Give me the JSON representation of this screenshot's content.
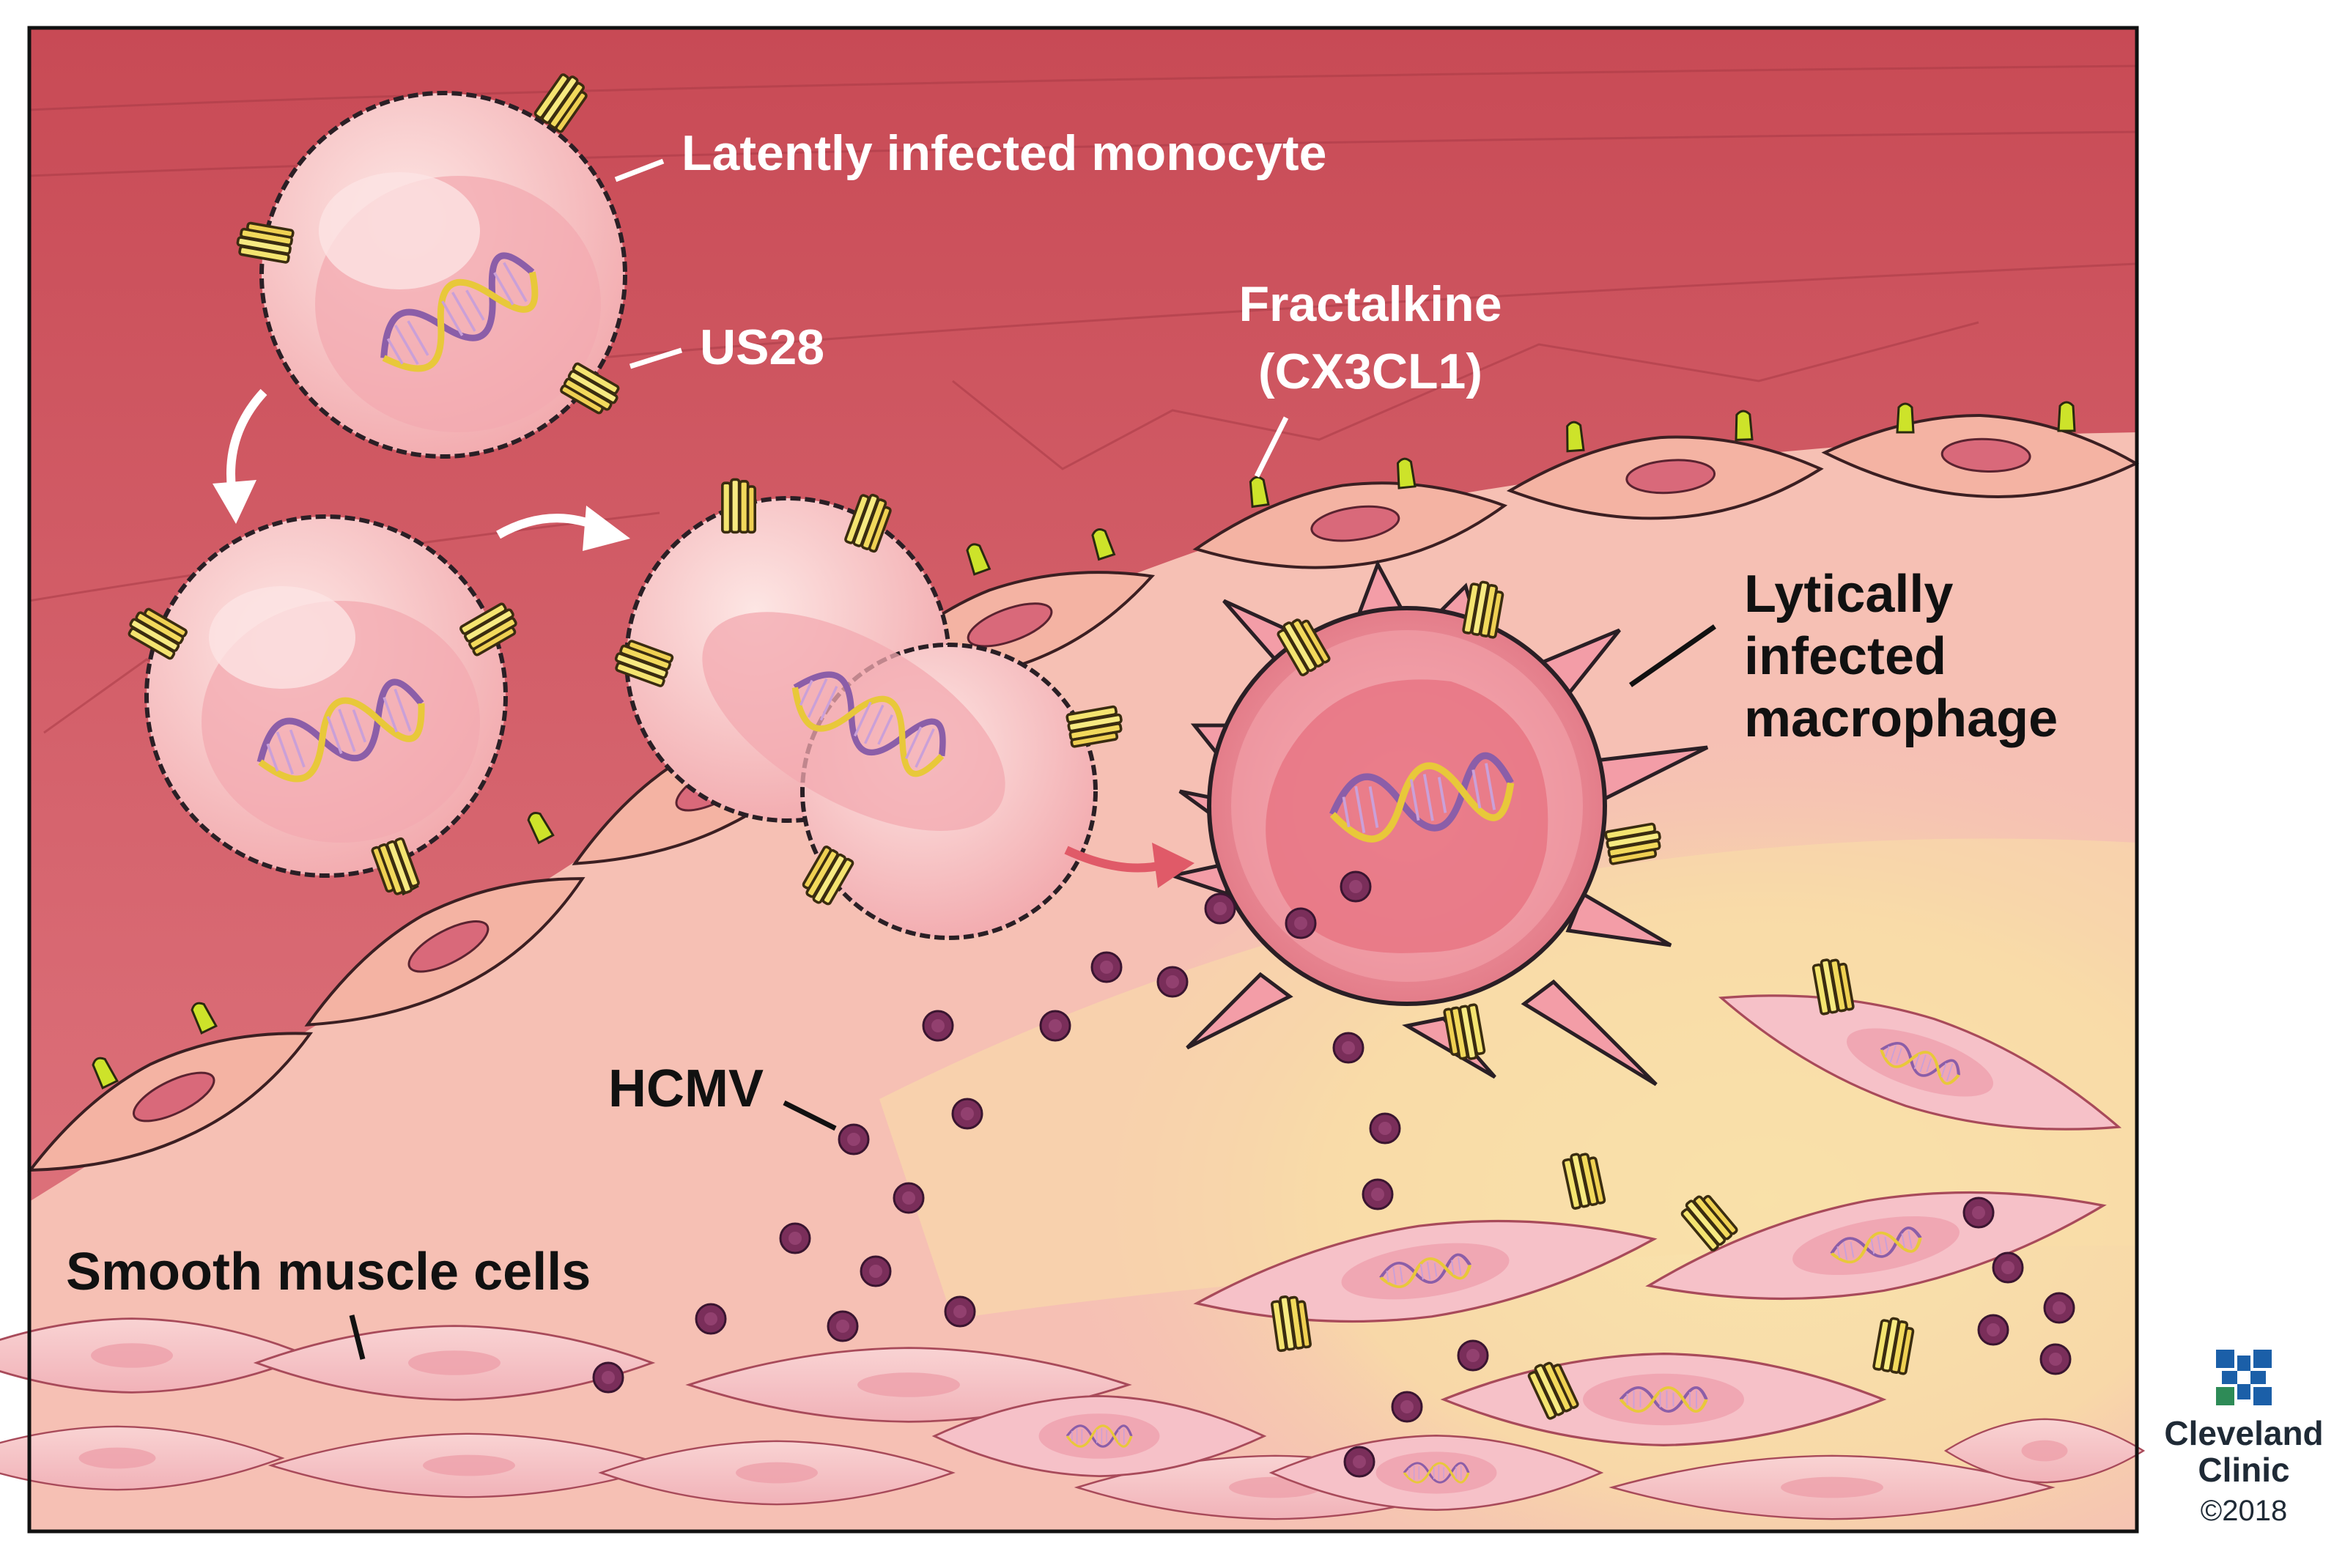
{
  "labels": {
    "latently_infected_monocyte": "Latently infected monocyte",
    "us28": "US28",
    "fractalkine_line1": "Fractalkine",
    "fractalkine_line2": "(CX3CL1)",
    "lytically_line1": "Lytically",
    "lytically_line2": "infected",
    "lytically_line3": "macrophage",
    "hcmv": "HCMV",
    "smooth_muscle_cells": "Smooth muscle cells"
  },
  "logo": {
    "name_line1": "Cleveland",
    "name_line2": "Clinic",
    "copyright": "©2018",
    "icon": "cleveland-clinic-cross-logo"
  },
  "colors": {
    "lumen_top": "#c94b55",
    "lumen_bottom": "#e0707a",
    "intima": "#f6c0b4",
    "inflamed": "#f8dca4",
    "endothelium": "#f4b3a3",
    "nucleus": "#d9697a",
    "cell_membrane": "#2a1f25",
    "monocyte_fill": "#f8c4c4",
    "macrophage_fill": "#f39da7",
    "us28_yellow": "#f2e061",
    "fractalkine_green": "#cde32a",
    "virion_purple": "#7a2e5a",
    "dna_purple": "#8b5ea8",
    "dna_yellow": "#e8c83a",
    "arrow_white": "#ffffff",
    "arrow_red": "#e05a68",
    "logo_blue": "#1b5fa8",
    "logo_green": "#2e8b57"
  }
}
